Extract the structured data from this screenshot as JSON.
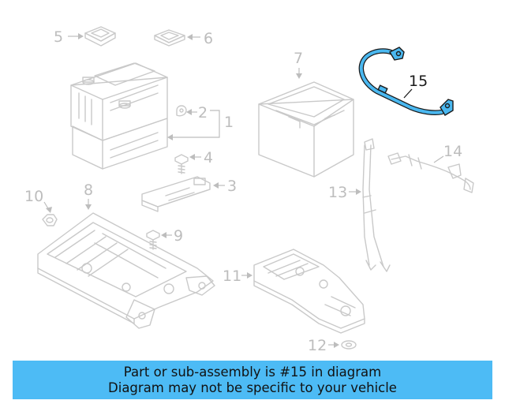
{
  "diagram": {
    "callouts": [
      {
        "id": "c1",
        "label": "1"
      },
      {
        "id": "c2",
        "label": "2"
      },
      {
        "id": "c3",
        "label": "3"
      },
      {
        "id": "c4",
        "label": "4"
      },
      {
        "id": "c5",
        "label": "5"
      },
      {
        "id": "c6",
        "label": "6"
      },
      {
        "id": "c7",
        "label": "7"
      },
      {
        "id": "c8",
        "label": "8"
      },
      {
        "id": "c9",
        "label": "9"
      },
      {
        "id": "c10",
        "label": "10"
      },
      {
        "id": "c11",
        "label": "11"
      },
      {
        "id": "c12",
        "label": "12"
      },
      {
        "id": "c13",
        "label": "13"
      },
      {
        "id": "c14",
        "label": "14"
      },
      {
        "id": "c15",
        "label": "15"
      }
    ],
    "highlighted_part": "15",
    "colors": {
      "highlight_part": "#4ab8f0",
      "banner": "#4dbbf5",
      "line_art": "#c9c9c9"
    }
  },
  "banner": {
    "line1": "Part or sub-assembly is #15 in diagram",
    "line2": "Diagram may not be specific to your vehicle"
  }
}
